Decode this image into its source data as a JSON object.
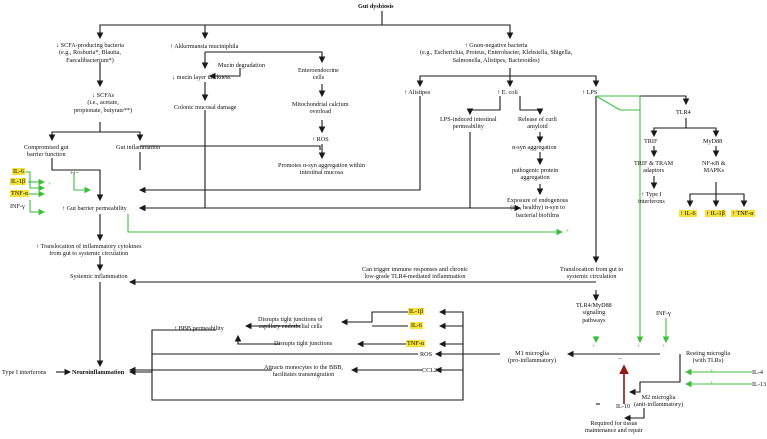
{
  "title": "Gut dysbiosis",
  "nodes": {
    "scfa_bacteria": [
      "↓ SCFA-producing bacteria",
      "(e.g., Rosburia*, Blautia,",
      "Faecalibacterium*)"
    ],
    "akkermansia": "↑ Akkermansia muciniphila",
    "gram_neg": [
      "↑ Gram-negative bacteria",
      "(e.g., Escherichia, Proteus, Enterobacter, Klebsiella, Shigella,",
      "Salmonella, Alistipes, Bacteroides)"
    ],
    "mucin_degradation": "Mucin degradation",
    "mucin_thickness": "↓ mucin layer thickness",
    "colonic_damage": "Colonic mucosal damage",
    "enteroendocrine": [
      "Enteroendocrine",
      "cells"
    ],
    "mito_calcium": [
      "Mitochondrial calcium",
      "overload"
    ],
    "ros_up": "↑ ROS",
    "asyn_mucosa": [
      "Promotes α-syn aggregation within",
      "intestinal mucosa"
    ],
    "scfas": [
      "↓ SCFAs",
      "(i.e., acetate,",
      "propionate, butyrate**)"
    ],
    "compromised_barrier": [
      "Compromised gut",
      "barrier function"
    ],
    "gut_inflammation": "Gut inflammation",
    "alistipes": "↑ Alistipes",
    "ecoli": "↑ E. coli",
    "lps": "↑ LPS",
    "tlr4": "TLR4",
    "lps_permeability": [
      "LPS-induced intestinal",
      "permeability"
    ],
    "curli": [
      "Release of curli",
      "amyloid"
    ],
    "asyn_aggregation": "α-syn aggregation",
    "pathogenic_protein": [
      "pathogenic protein",
      "aggregation"
    ],
    "exposure_endogenous": [
      "Exposure of endogenous",
      "(i.e., healthy) α-syn to",
      "bacterial biofilms"
    ],
    "trif": "TRIF",
    "myd88": "MyD88",
    "trif_tram": [
      "TRIF & TRAM",
      "adaptors"
    ],
    "nfkb": [
      "NF-κB &",
      "MAPKs"
    ],
    "type1_ifn_up": [
      "↑ Type I",
      "interferons"
    ],
    "out_il6": "↑ IL-6",
    "out_il1b": "↑ IL-1β",
    "out_tnfa": "↑ TNF-α",
    "gut_cyt_il6": "IL-6",
    "gut_cyt_il1b": "IL-1β",
    "gut_cyt_tnfa": "TNF-α",
    "gut_cyt_infg": "INF-γ",
    "plus_minus": "+/−",
    "gut_barrier_perm": "↑ Gut barrier permeability",
    "translocation_cytokines": [
      "↑ Translocation of inflammatory cytokines",
      "from gut to systemic circulation"
    ],
    "systemic_inflammation": "Systemic inflammation",
    "trigger_immune": [
      "Can trigger immune responses and chronic",
      "low-grade TLR4-mediated inflammation"
    ],
    "translocation_gut": [
      "Translocation from gut to",
      "systemic circulation"
    ],
    "tlr4_myd88": [
      "TLR4/MyD88",
      "signaling",
      "pathways"
    ],
    "infg_right": "INF-γ",
    "bbb_permeability": "↑ BBB permeability",
    "disrupt_capillary": [
      "Disrupts tight junctions of",
      "capillary endothelial cells"
    ],
    "disrupt_tight": "Disrupts tight junctions",
    "monocytes": [
      "Attracts monocytes to the BBB,",
      "facilitates transmigration"
    ],
    "m1_il1b": "IL-1β",
    "m1_il6": "IL-6",
    "m1_tnfa": "TNF-α",
    "ros": "ROS",
    "ccl2": "CCL2",
    "type1_ifn": "Type I interferons",
    "neuroinflammation": "Neuroinflammation",
    "m1": [
      "M1 microglia",
      "(pro-inflammatory)"
    ],
    "resting": [
      "Resting microglia",
      "(with TLRs)"
    ],
    "il4": "IL-4",
    "il13": "IL-13",
    "il10": "IL-10",
    "m2": [
      "M2 microglia",
      "(anti-inflammatory)"
    ],
    "repair": [
      "Required for tissue",
      "maintenance and repair"
    ],
    "plus": "+",
    "minus": "−"
  },
  "colors": {
    "arrow": "#1a1a1a",
    "activate": "#3cbf3c",
    "inhibit": "#9a1414",
    "highlight": "#f5e23a"
  }
}
